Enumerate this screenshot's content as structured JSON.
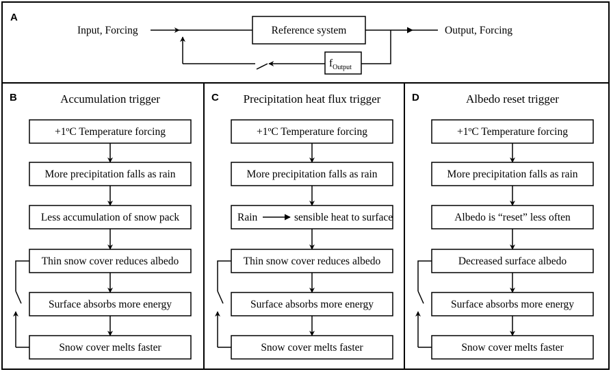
{
  "panel_a": {
    "letter": "A",
    "input_label": "Input, Forcing",
    "system_label": "Reference system",
    "output_label": "Output, Forcing",
    "feedback_main": "f",
    "feedback_sub": "Output"
  },
  "panels": [
    {
      "letter": "B",
      "title": "Accumulation trigger",
      "steps": [
        "+1ºC Temperature forcing",
        "More precipitation falls as rain",
        "Less accumulation of snow pack",
        "Thin snow cover reduces albedo",
        "Surface absorbs more energy",
        "Snow cover melts faster"
      ]
    },
    {
      "letter": "C",
      "title": "Precipitation heat flux trigger",
      "steps": [
        "+1ºC Temperature forcing",
        "More precipitation falls as rain",
        "Rain",
        "Thin snow cover reduces albedo",
        "Surface absorbs more energy",
        "Snow cover melts faster"
      ],
      "step3_suffix": "sensible heat to surface"
    },
    {
      "letter": "D",
      "title": "Albedo reset trigger",
      "steps": [
        "+1ºC Temperature forcing",
        "More precipitation falls as rain",
        "Albedo is “reset” less often",
        "Decreased surface albedo",
        "Surface absorbs more energy",
        "Snow cover melts faster"
      ]
    }
  ]
}
